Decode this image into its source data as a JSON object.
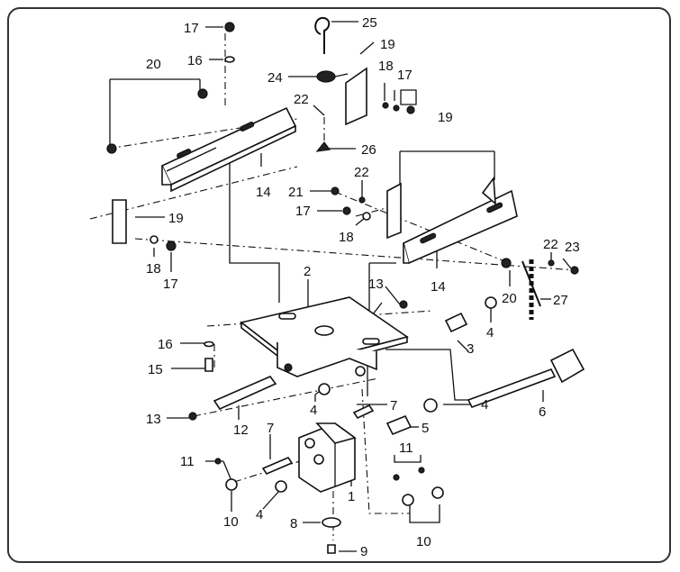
{
  "callouts": [
    {
      "id": "c17a",
      "text": "17"
    },
    {
      "id": "c25",
      "text": "25"
    },
    {
      "id": "c16a",
      "text": "16"
    },
    {
      "id": "c20a",
      "text": "20"
    },
    {
      "id": "c19a",
      "text": "19"
    },
    {
      "id": "c24",
      "text": "24"
    },
    {
      "id": "c18a",
      "text": "18"
    },
    {
      "id": "c17b",
      "text": "17"
    },
    {
      "id": "c22a",
      "text": "22"
    },
    {
      "id": "c26",
      "text": "26"
    },
    {
      "id": "c19b",
      "text": "19"
    },
    {
      "id": "c14a",
      "text": "14"
    },
    {
      "id": "c21",
      "text": "21"
    },
    {
      "id": "c22b",
      "text": "22"
    },
    {
      "id": "c17c",
      "text": "17"
    },
    {
      "id": "c18b",
      "text": "18"
    },
    {
      "id": "c19c",
      "text": "19"
    },
    {
      "id": "c18c",
      "text": "18"
    },
    {
      "id": "c17d",
      "text": "17"
    },
    {
      "id": "c22c",
      "text": "22"
    },
    {
      "id": "c23",
      "text": "23"
    },
    {
      "id": "c14b",
      "text": "14"
    },
    {
      "id": "c20b",
      "text": "20"
    },
    {
      "id": "c27",
      "text": "27"
    },
    {
      "id": "c2",
      "text": "2"
    },
    {
      "id": "c13a",
      "text": "13"
    },
    {
      "id": "c4a",
      "text": "4"
    },
    {
      "id": "c3",
      "text": "3"
    },
    {
      "id": "c16b",
      "text": "16"
    },
    {
      "id": "c15",
      "text": "15"
    },
    {
      "id": "c4b",
      "text": "4"
    },
    {
      "id": "c4c",
      "text": "4"
    },
    {
      "id": "c6",
      "text": "6"
    },
    {
      "id": "c13b",
      "text": "13"
    },
    {
      "id": "c12",
      "text": "12"
    },
    {
      "id": "c7a",
      "text": "7"
    },
    {
      "id": "c5",
      "text": "5"
    },
    {
      "id": "c7b",
      "text": "7"
    },
    {
      "id": "c11a",
      "text": "11"
    },
    {
      "id": "c11b",
      "text": "11"
    },
    {
      "id": "c1",
      "text": "1"
    },
    {
      "id": "c4d",
      "text": "4"
    },
    {
      "id": "c10a",
      "text": "10"
    },
    {
      "id": "c10b",
      "text": "10"
    },
    {
      "id": "c8",
      "text": "8"
    },
    {
      "id": "c9",
      "text": "9"
    }
  ]
}
